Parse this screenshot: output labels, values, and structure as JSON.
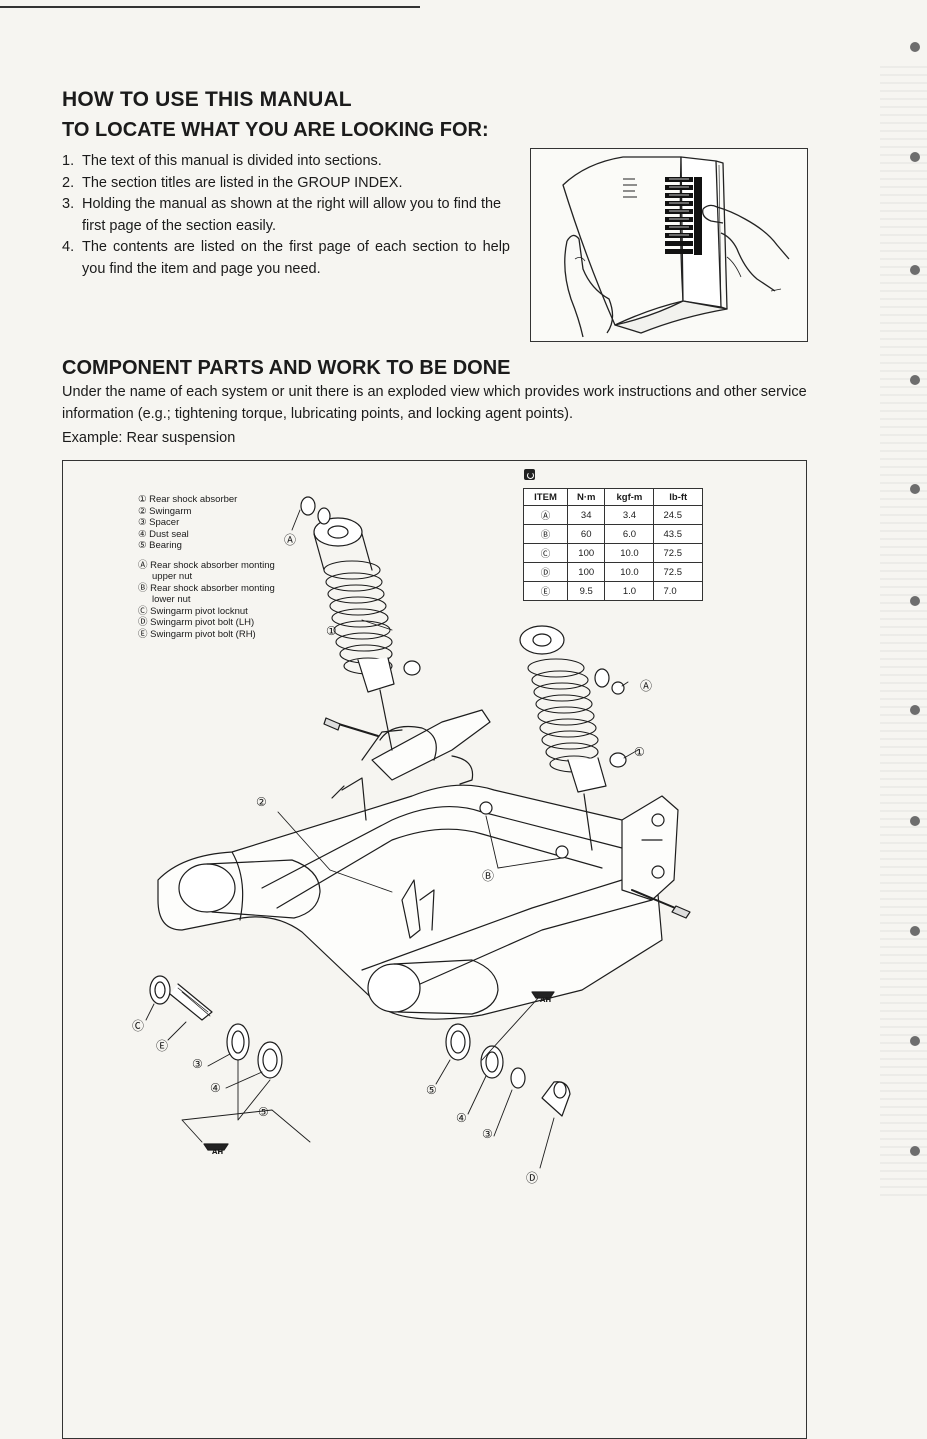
{
  "manual": {
    "title": "HOW TO USE THIS MANUAL",
    "subtitle": "TO LOCATE WHAT YOU ARE LOOKING FOR:",
    "steps": [
      {
        "num": "1.",
        "text": "The text of this manual is divided into sections."
      },
      {
        "num": "2.",
        "text": "The section titles are listed in the GROUP INDEX."
      },
      {
        "num": "3.",
        "text": "Holding the manual as shown at the right will allow you to find the first page of the section easily."
      },
      {
        "num": "4.",
        "text": "The contents are listed on the first page of each section to help you find the item and page you need."
      }
    ]
  },
  "section": {
    "title": "COMPONENT PARTS AND WORK TO BE DONE",
    "description": "Under the name of each system or unit there is an exploded view which provides work instructions and other service information (e.g.; tightening torque, lubricating points, and locking agent points).",
    "example": "Example: Rear suspension"
  },
  "legend": {
    "parts": [
      "① Rear shock absorber",
      "② Swingarm",
      "③ Spacer",
      "④ Dust seal",
      "⑤ Bearing"
    ],
    "points": [
      [
        "Ⓐ Rear shock absorber monting",
        "upper nut"
      ],
      [
        "Ⓑ Rear shock absorber monting",
        "lower nut"
      ],
      [
        "Ⓒ Swingarm pivot locknut"
      ],
      [
        "Ⓓ Swingarm pivot bolt (LH)"
      ],
      [
        "Ⓔ Swingarm pivot bolt (RH)"
      ]
    ]
  },
  "torque_table": {
    "headers": [
      "ITEM",
      "N·m",
      "kgf-m",
      "lb-ft"
    ],
    "rows": [
      [
        "Ⓐ",
        "34",
        "3.4",
        "24.5"
      ],
      [
        "Ⓑ",
        "60",
        "6.0",
        "43.5"
      ],
      [
        "Ⓒ",
        "100",
        "10.0",
        "72.5"
      ],
      [
        "Ⓓ",
        "100",
        "10.0",
        "72.5"
      ],
      [
        "Ⓔ",
        "9.5",
        "1.0",
        "7.0"
      ]
    ]
  },
  "callouts": {
    "c1a": "①",
    "c1b": "①",
    "c2": "②",
    "c3a": "③",
    "c3b": "③",
    "c4a": "④",
    "c4b": "④",
    "c5a": "⑤",
    "c5b": "⑤",
    "cA1": "Ⓐ",
    "cA2": "Ⓐ",
    "cB": "Ⓑ",
    "cC": "Ⓒ",
    "cD": "Ⓓ",
    "cE": "Ⓔ",
    "grease": "AH"
  },
  "colors": {
    "ink": "#1b1b1b",
    "paper": "#f6f5f1"
  }
}
